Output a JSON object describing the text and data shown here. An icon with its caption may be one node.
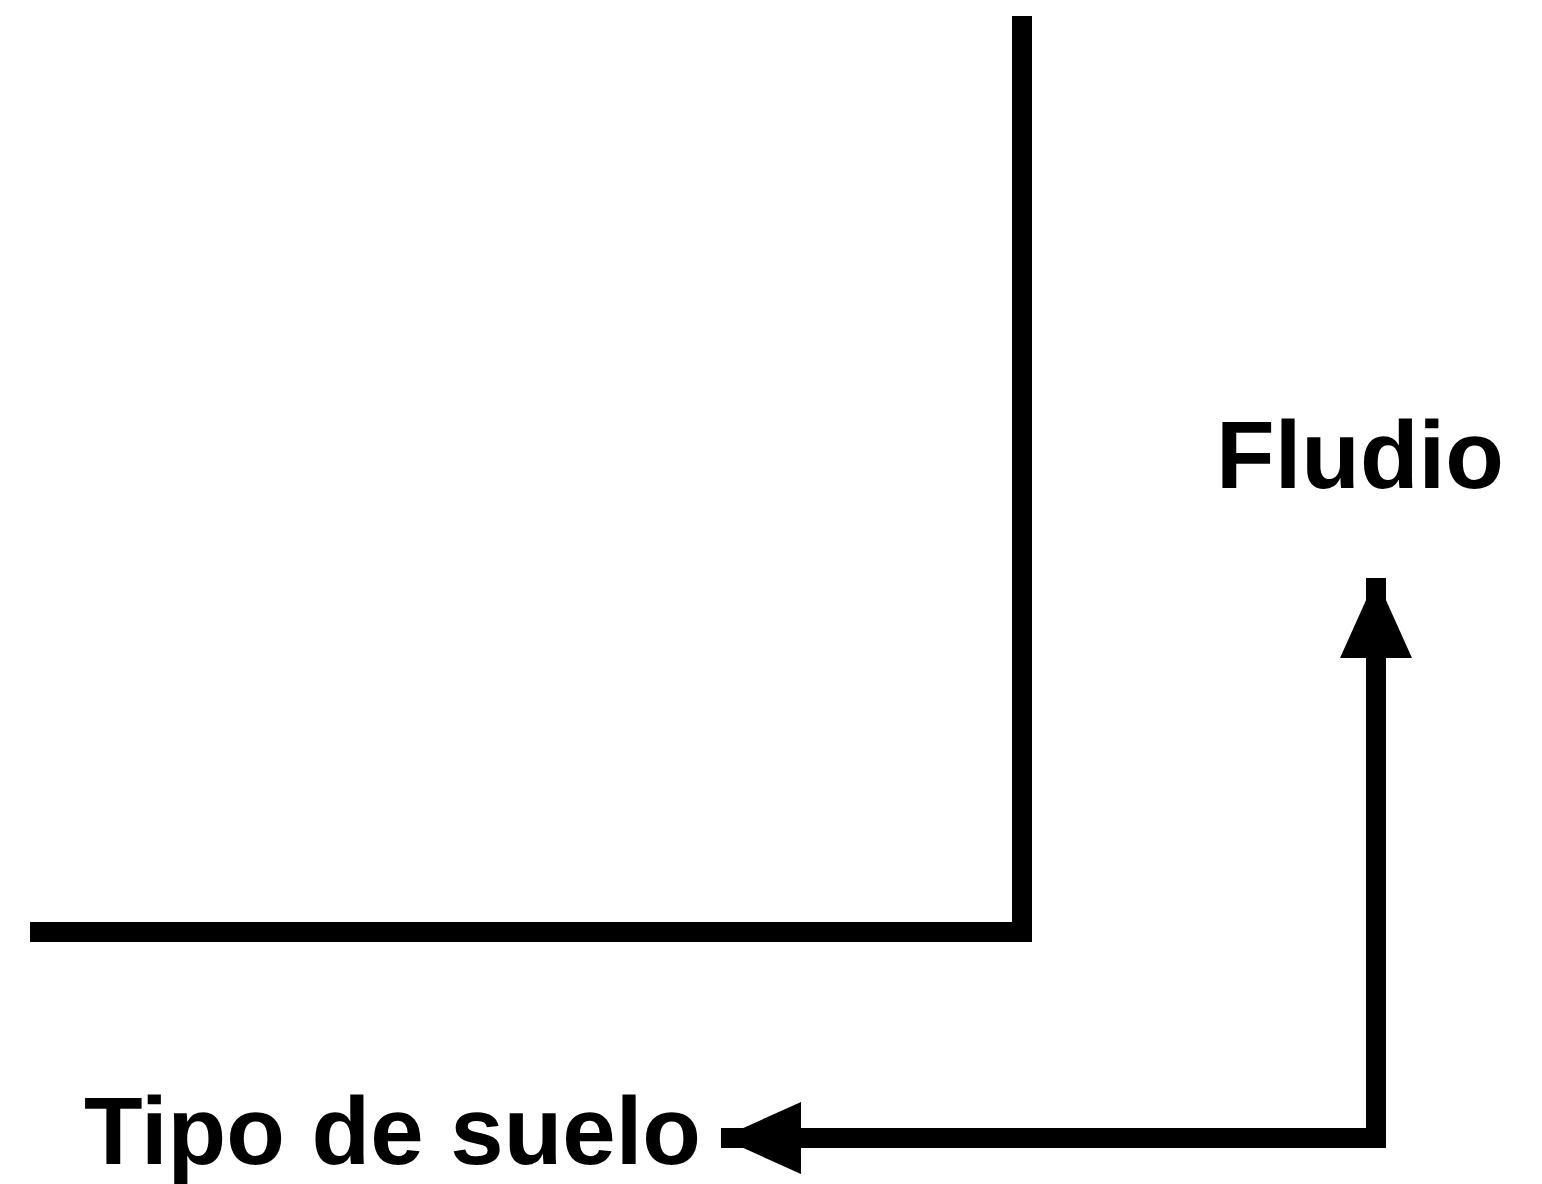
{
  "diagram": {
    "nodes": [
      {
        "text": [
          "Fludio"
        ]
      },
      {
        "text": [
          "Tipo de suelo"
        ]
      }
    ],
    "edges": [
      {
        "from": 1,
        "to": 0,
        "arrow": "both"
      }
    ]
  }
}
